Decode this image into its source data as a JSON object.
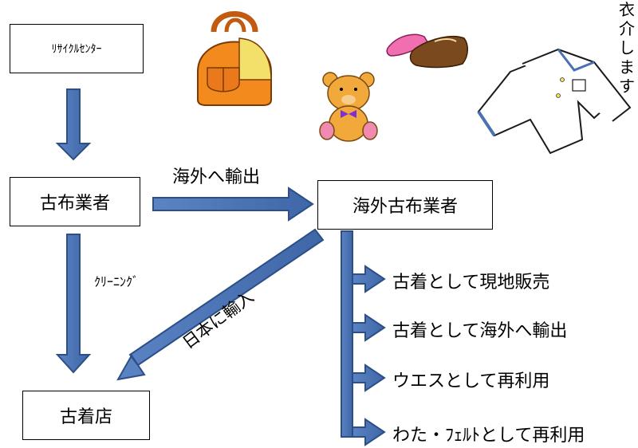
{
  "nodes": {
    "recycle_center": "ﾘｻｲｸﾙｾﾝﾀｰ",
    "old_cloth_dealer": "古布業者",
    "overseas_dealer": "海外古布業者",
    "used_clothing_store": "古着店"
  },
  "edges": {
    "export": "海外へ輸出",
    "cleaning": "ｸﾘｰﾆﾝｸﾞ",
    "import": "日本に輸入"
  },
  "outcomes": [
    "古着として現地販売",
    "古着として海外へ輸出",
    "ウエスとして再利用",
    "わた・ﾌｪﾙﾄとして再利用"
  ],
  "edge_text_fragment": [
    "衣",
    "介",
    "し",
    "ま",
    "す"
  ],
  "colors": {
    "arrow_fill": "#4a72b2",
    "arrow_stroke": "#2b4f86",
    "bag_orange": "#f28a1e",
    "bag_yellow": "#f3e06a",
    "bear": "#f2a93b",
    "shoe_pink": "#f06fb0",
    "shoe_brown": "#7a4a1e"
  },
  "icons": [
    "handbag-icon",
    "teddy-bear-icon",
    "shoes-icon",
    "shirt-icon"
  ]
}
